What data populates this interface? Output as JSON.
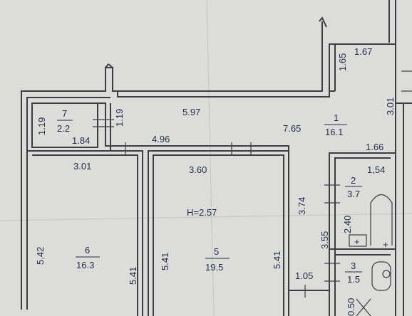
{
  "ceiling_height": "H=2.57",
  "rooms": {
    "r1": {
      "number": "1",
      "area": "16.1"
    },
    "r2": {
      "number": "2",
      "area": "3.7"
    },
    "r3": {
      "number": "3",
      "area": "1.5"
    },
    "r5": {
      "number": "5",
      "area": "19.5"
    },
    "r6": {
      "number": "6",
      "area": "16.3"
    },
    "r7": {
      "number": "7",
      "area": "2.2"
    }
  },
  "dimensions": {
    "d_1_65": "1.65",
    "d_1_67": "1.67",
    "d_3_01_right": "3.01",
    "d_1_19_a": "1.19",
    "d_1_19_b": "1.19",
    "d_5_97": "5.97",
    "d_7_65": "7.65",
    "d_1_84": "1.84",
    "d_4_96": "4.96",
    "d_1_66": "1.66",
    "d_3_01": "3.01",
    "d_3_60": "3.60",
    "d_1_54": "1,54",
    "d_3_74": "3.74",
    "d_2_40": "2.40",
    "d_3_55": "3.55",
    "d_5_42": "5.42",
    "d_5_41_a": "5.41",
    "d_5_41_b": "5.41",
    "d_5_41_c": "5.41",
    "d_1_05": "1.05",
    "d_0_50": "0.50"
  }
}
